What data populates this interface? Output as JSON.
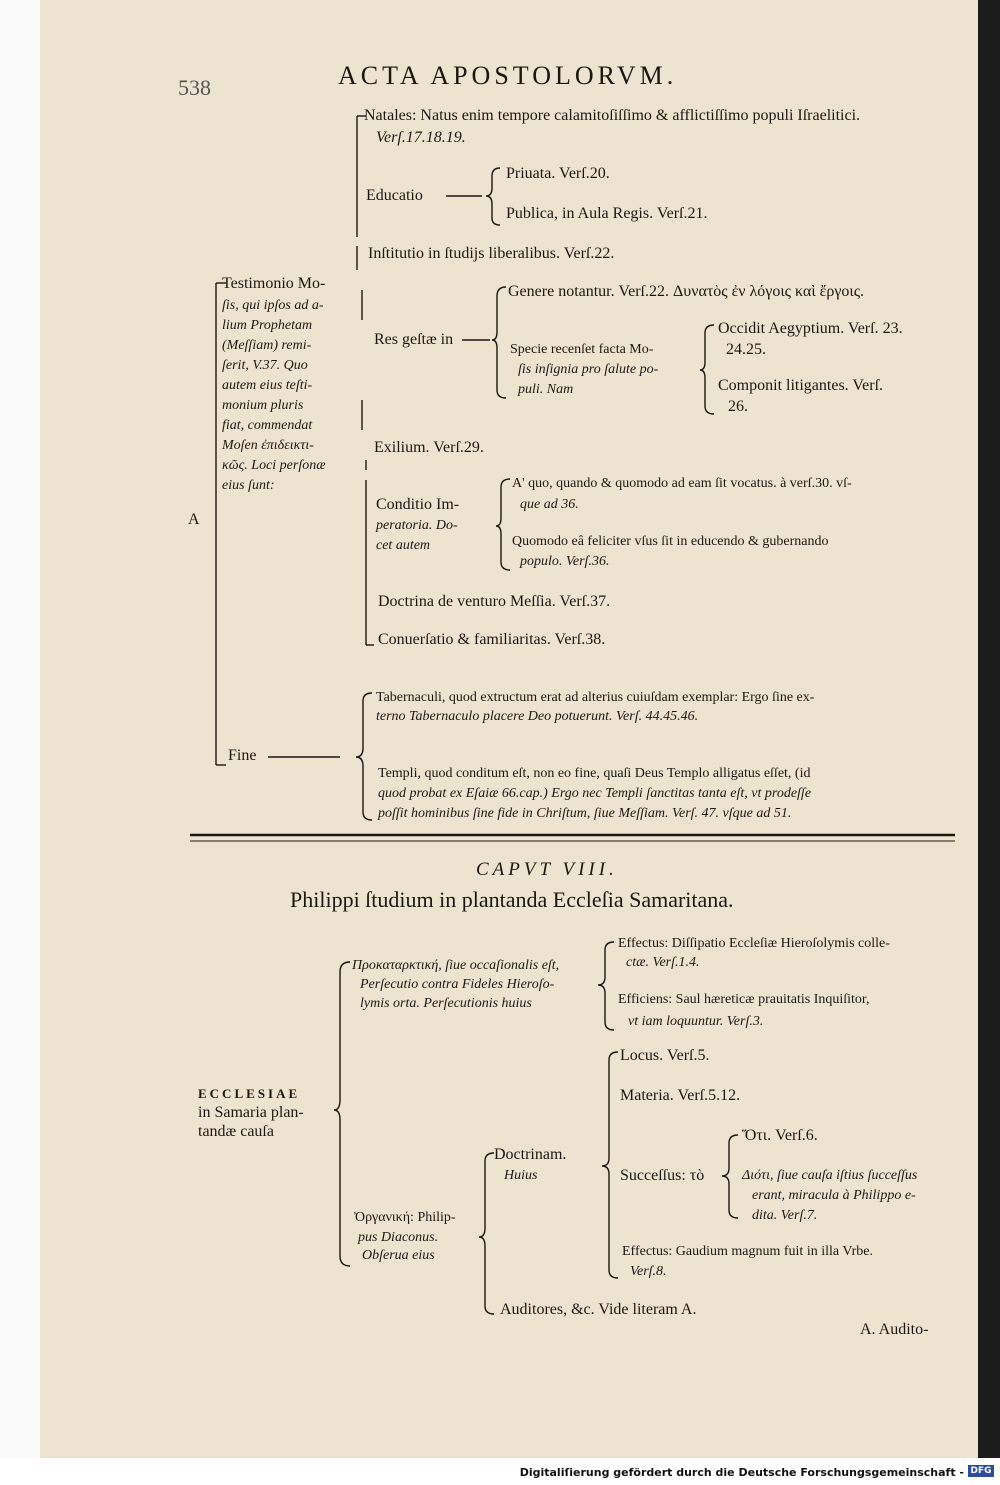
{
  "header": {
    "page_number": "538",
    "running_title": "ACTA APOSTOLORVM."
  },
  "tree1": {
    "root": "A",
    "testimonio": [
      "Testimonio Mo-",
      "ſis, qui ipſos ad a-",
      "lium Prophetam",
      "(Meſſiam) remi-",
      "ſerit, V.37. Quo",
      "autem eius teſti-",
      "monium pluris",
      "fiat, commendat",
      "Moſen ἐπιδεικτι-",
      "κῶς. Loci perſonæ",
      "eius ſunt:"
    ],
    "natales": [
      "Natales: Natus enim tempore calamitoſiſſimo & afflictiſſimo populi Iſraelitici.",
      "Verſ.17.18.19."
    ],
    "educatio": "Educatio",
    "priuata": "Priuata. Verſ.20.",
    "publica": "Publica, in Aula Regis. Verſ.21.",
    "institutio": "Inſtitutio in ſtudijs liberalibus. Verſ.22.",
    "res_gestae": "Res geſtæ in",
    "genere": "Genere notantur. Verſ.22. Δυνατὸς ἐν λόγοις καὶ ἔργοις.",
    "specie": [
      "Specie recenſet facta Mo-",
      "ſis inſignia pro ſalute po-",
      "puli. Nam"
    ],
    "occidit": [
      "Occidit Aegyptium. Verſ. 23.",
      "24.25."
    ],
    "componit": [
      "Componit litigantes. Verſ.",
      "26."
    ],
    "exilium": "Exilium. Verſ.29.",
    "conditio": [
      "Conditio Im-",
      "peratoria. Do-",
      "cet autem"
    ],
    "a_quo": [
      "A' quo, quando & quomodo ad eam ſit vocatus. à verſ.30. vſ-",
      "que ad 36."
    ],
    "quomodo": [
      "Quomodo eâ feliciter vſus ſit in educendo & gubernando",
      "populo. Verſ.36."
    ],
    "doctrina": "Doctrina de venturo Meſſia. Verſ.37.",
    "conuersatio": "Conuerſatio & familiaritas. Verſ.38.",
    "fine": "Fine",
    "tabernaculi": [
      "Tabernaculi, quod extructum erat ad alterius cuiuſdam exemplar: Ergo ſine ex-",
      "terno Tabernaculo placere Deo potuerunt. Verſ. 44.45.46."
    ],
    "templi": [
      "Templi, quod conditum eſt, non eo fine, quaſi Deus Templo alligatus eſſet, (id",
      "quod probat ex Eſaiæ 66.cap.) Ergo nec Templi ſanctitas tanta eſt, vt prodeſſe",
      "poſſit hominibus ſine fide in Chriſtum, ſiue Meſſiam. Verſ. 47. vſque ad 51."
    ]
  },
  "chapter": {
    "caput": "CAPVT VIII.",
    "title": "Philippi ſtudium in plantanda Eccleſia Samaritana."
  },
  "tree2": {
    "root": [
      "ECCLESIAE",
      "in Samaria plan-",
      "tandæ cauſa"
    ],
    "prokatarktike": [
      "Προκαταρκτική, ſiue occaſionalis eſt,",
      "Perſecutio contra Fideles Hieroſo-",
      "lymis orta. Perſecutionis huius"
    ],
    "effectus1": [
      "Effectus: Diſſipatio Eccleſiæ Hieroſolymis colle-",
      "ctæ. Verſ.1.4."
    ],
    "efficiens": [
      "Efficiens: Saul hæreticæ prauitatis Inquiſitor,",
      "vt iam loquuntur. Verſ.3."
    ],
    "organike": [
      "Ὀργανική: Philip-",
      "pus Diaconus.",
      "Obſerua eius"
    ],
    "doctrinam": [
      "Doctrinam.",
      "Huius"
    ],
    "locus": "Locus. Verſ.5.",
    "materia": "Materia. Verſ.5.12.",
    "successus": "Succeſſus: τὸ",
    "oti": "Ὅτι. Verſ.6.",
    "dioti": [
      "Διότι, ſiue cauſa iſtius ſucceſſus",
      "erant, miracula à Philippo e-",
      "dita. Verſ.7."
    ],
    "effectus2": [
      "Effectus: Gaudium magnum fuit in illa Vrbe.",
      "Verſ.8."
    ],
    "auditores": "Auditores, &c. Vide literam A."
  },
  "catchword": "A. Audito-",
  "footer": {
    "credit": "Digitaliſierung gefördert durch die Deutsche Forschungsgemeinschaft -",
    "badge": "DFG"
  }
}
